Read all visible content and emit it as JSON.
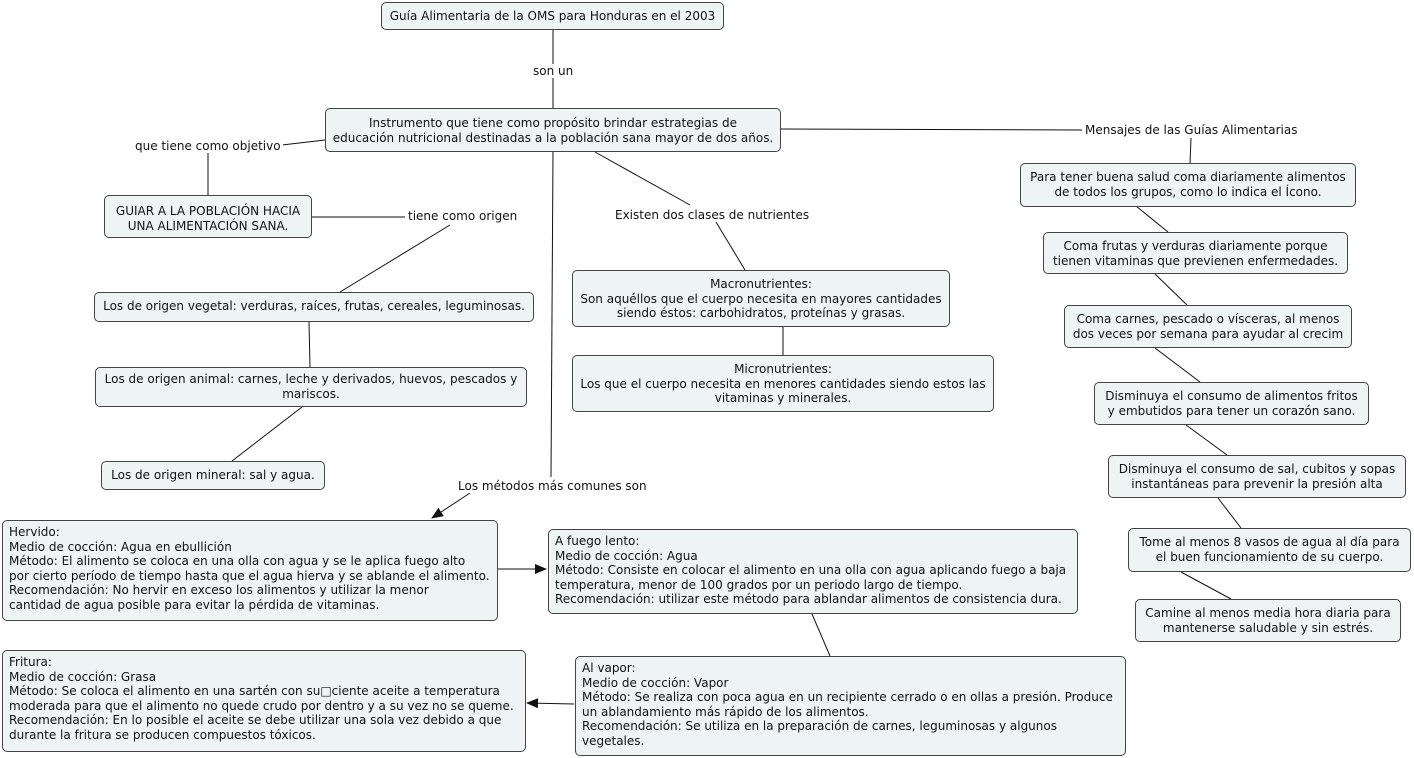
{
  "nodes": {
    "title": "Guía Alimentaria de la OMS para Honduras en el 2003",
    "instrumento": [
      "Instrumento que tiene como propósito brindar estrategias de",
      "educación nutricional destinadas a la población sana mayor de dos años."
    ],
    "guiar": [
      "GUIAR A LA POBLACIÓN HACIA",
      "UNA ALIMENTACIÓN SANA."
    ],
    "vegetal": "Los de origen vegetal: verduras, raíces, frutas, cereales, leguminosas.",
    "animal": [
      "Los de origen animal: carnes, leche y derivados, huevos, pescados y",
      "mariscos."
    ],
    "mineral": "Los de origen mineral: sal y agua.",
    "macro": [
      "Macronutrientes:",
      "Son aquéllos que el cuerpo necesita en mayores cantidades",
      "siendo éstos: carbohidratos, proteínas y grasas."
    ],
    "micro": [
      "Micronutrientes:",
      "Los que el cuerpo necesita en menores cantidades siendo estos las",
      "vitaminas y minerales."
    ],
    "hervido": [
      "Hervido:",
      "Medio de cocción: Agua en ebullición",
      "Método: El alimento se coloca en una olla con agua y se le aplica fuego alto",
      "por cierto período de tiempo hasta que el agua hierva y se ablande el alimento.",
      "Recomendación: No hervir en exceso los alimentos y utilizar la menor",
      "cantidad de agua posible para evitar la pérdida de vitaminas."
    ],
    "fuego_lento": [
      "A fuego lento:",
      "Medio de cocción: Agua",
      "Método: Consiste en colocar el alimento en una olla con agua aplicando fuego a baja",
      "temperatura, menor de 100 grados por un periodo largo de tiempo.",
      "Recomendación: utilizar este método para ablandar alimentos de consistencia dura."
    ],
    "fritura": [
      "Fritura:",
      "Medio de cocción: Grasa",
      "Método: Se coloca el alimento en una sartén con su□ciente aceite a temperatura",
      "moderada para que el alimento no quede crudo por dentro y a su vez no se queme.",
      "Recomendación: En lo posible el aceite se debe utilizar una sola vez debido a que",
      "durante la fritura se producen compuestos tóxicos."
    ],
    "vapor": [
      "Al vapor:",
      "Medio de cocción: Vapor",
      "Método: Se realiza con poca agua en un recipiente cerrado o en ollas a presión. Produce",
      "un ablandamiento más rápido de los alimentos.",
      "Recomendación: Se utiliza en la preparación de carnes, leguminosas y algunos",
      "vegetales."
    ],
    "msg1": [
      "Para tener buena salud coma diariamente alimentos",
      "de todos los grupos, como lo indica el Ícono."
    ],
    "msg2": [
      "Coma frutas y verduras diariamente porque",
      "tienen vitaminas que previenen enfermedades."
    ],
    "msg3": [
      "Coma carnes, pescado o vísceras, al menos",
      "dos veces por semana para ayudar al crecim"
    ],
    "msg4": [
      "Disminuya el consumo de alimentos fritos",
      "y embutidos para tener un corazón sano."
    ],
    "msg5": [
      "Disminuya el consumo de sal, cubitos y sopas",
      "instantáneas para prevenir la presión alta"
    ],
    "msg6": [
      "Tome al menos 8 vasos de agua al día para",
      "el buen funcionamiento de su cuerpo."
    ],
    "msg7": [
      "Camine al menos media hora diaria para",
      "mantenerse saludable y sin estrés."
    ]
  },
  "labels": {
    "son_un": "son un",
    "objetivo": "que tiene como objetivo",
    "origen": "tiene como origen",
    "nutrientes": "Existen dos clases de nutrientes",
    "metodos": "Los métodos más comunes son",
    "mensajes": "Mensajes de las Guías Alimentarias"
  },
  "colors": {
    "node_fill": "#eef4f4",
    "border": "#444444",
    "line": "#111111"
  }
}
